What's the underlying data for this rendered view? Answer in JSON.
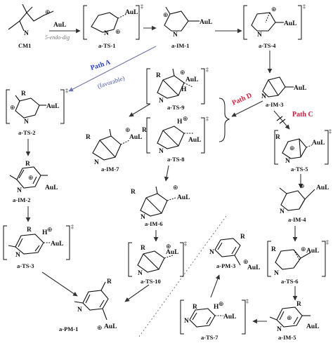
{
  "labels": {
    "cm1": "CM1",
    "ts1": "a-TS-1",
    "im1": "a-IM-1",
    "ts4": "a-TS-4",
    "ts2": "a-TS-2",
    "ts9": "a-TS-9",
    "im3": "a-IM-3",
    "im7": "a-IM-7",
    "ts8": "a-TS-8",
    "ts5": "a-TS-5",
    "im2": "a-IM-2",
    "im6": "a-IM-6",
    "im4": "a-IM-4",
    "ts3": "a-TS-3",
    "ts10": "a-TS-10",
    "ts6": "a-TS-6",
    "pm3": "a-PM-3",
    "im5": "a-IM-5",
    "pm1": "a-PM-1",
    "ts7": "a-TS-7"
  },
  "annotations": {
    "endo_dig": "5-endo-dig",
    "path_a": "Path A",
    "favorable": "(favorable)",
    "path_d": "Path D",
    "path_c": "Path C"
  },
  "atoms": {
    "n": "N",
    "r": "R",
    "aul": "AuL",
    "h": "H",
    "plus": "⊕",
    "dagger": "‡"
  },
  "colors": {
    "path_a": "#2b3fc4",
    "path_cd": "#d81b3c"
  }
}
